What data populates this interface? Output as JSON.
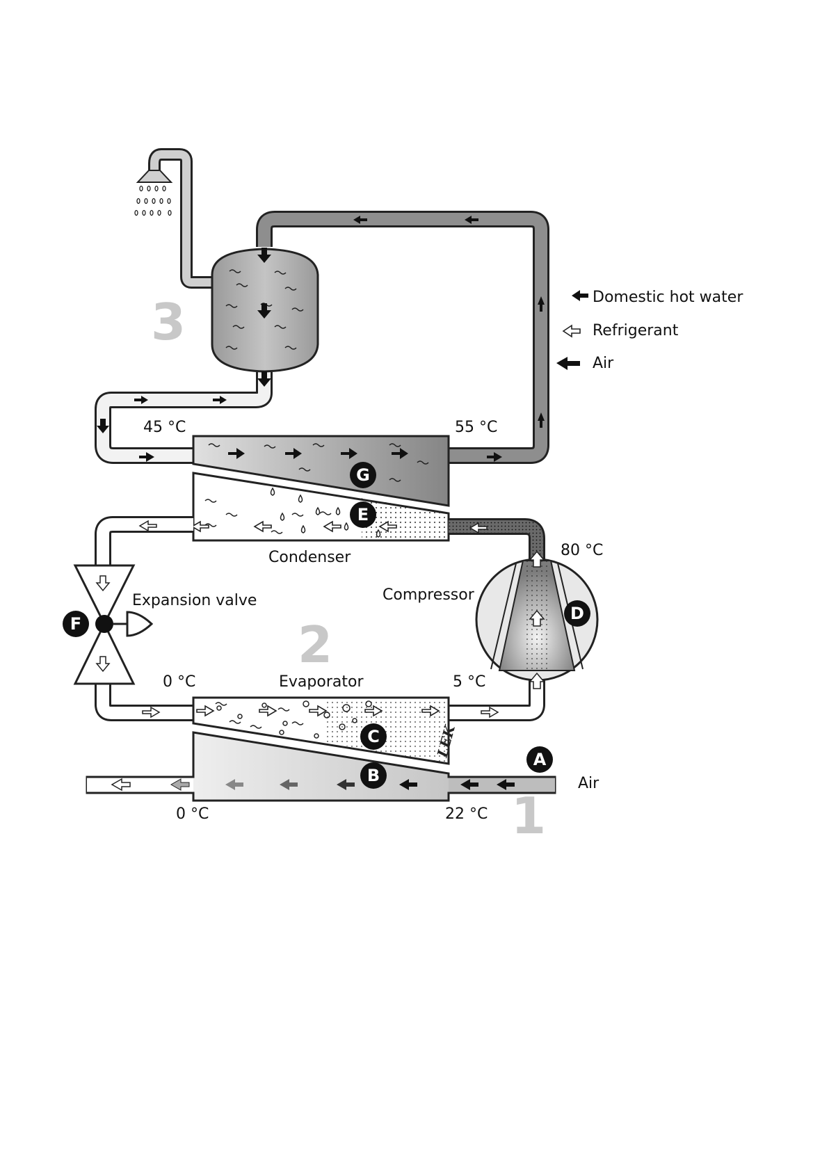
{
  "legend": {
    "hot_water": "Domestic hot water",
    "refrigerant": "Refrigerant",
    "air": "Air"
  },
  "circuits": {
    "one": "1",
    "two": "2",
    "three": "3"
  },
  "components": {
    "condenser": "Condenser",
    "evaporator": "Evaporator",
    "expansion_valve": "Expansion valve",
    "compressor": "Compressor"
  },
  "temperatures": {
    "water_in": "45 °C",
    "water_out": "55 °C",
    "compressor_out": "80 °C",
    "evap_in": "0 °C",
    "evap_out": "5 °C",
    "air_out": "0 °C",
    "air_in": "22 °C"
  },
  "air_label": "Air",
  "badges": {
    "a": "A",
    "b": "B",
    "c": "C",
    "d": "D",
    "e": "E",
    "f": "F",
    "g": "G"
  },
  "signature": "LEK",
  "colors": {
    "outline": "#222222",
    "water_dark": "#8a8a8a",
    "water_light": "#d0d0d0",
    "air_grey": "#bdbdbd",
    "badge": "#111111",
    "circuit_number": "#c8c8c8"
  }
}
